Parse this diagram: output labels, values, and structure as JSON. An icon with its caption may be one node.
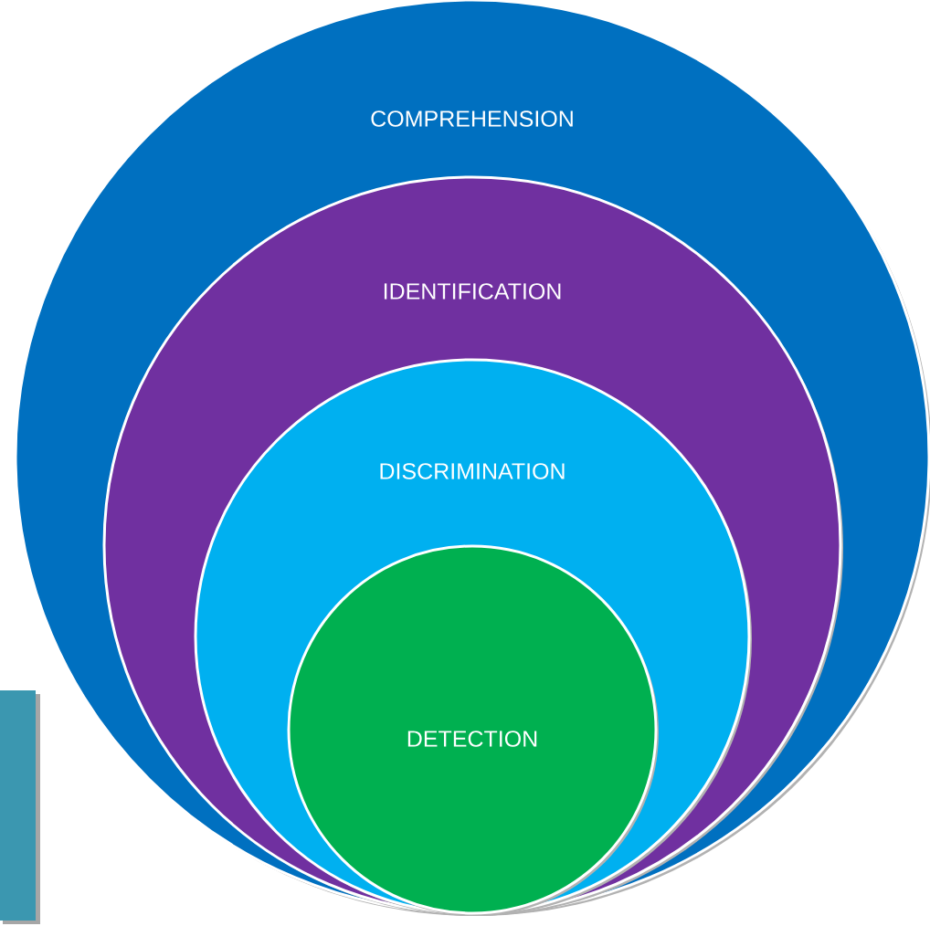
{
  "diagram": {
    "nodes": [
      {
        "text": [
          "COMPREHENSION"
        ]
      },
      {
        "text": [
          "IDENTIFICATION"
        ],
        "in": 0
      },
      {
        "text": [
          "DISCRIMINATION"
        ],
        "in": 1
      },
      {
        "text": [
          "DETECTION"
        ],
        "in": 2
      }
    ]
  }
}
